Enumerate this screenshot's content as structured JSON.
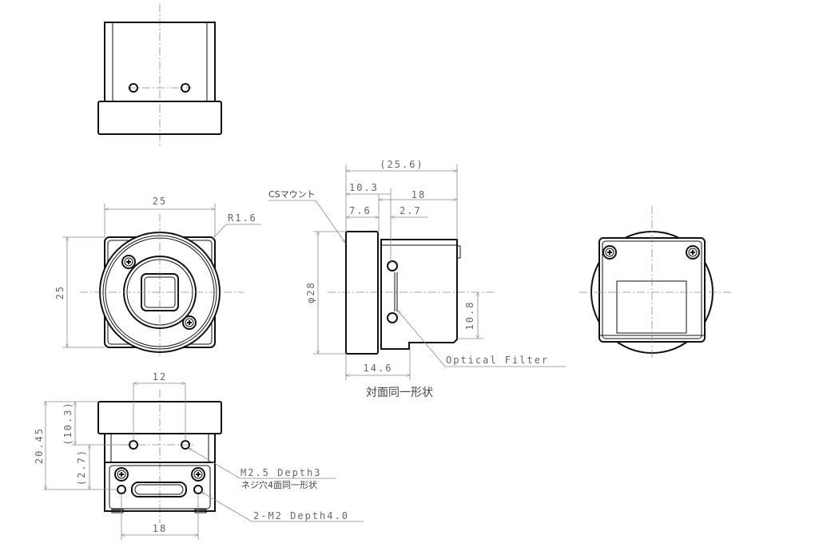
{
  "dimensions": {
    "front_width": "25",
    "front_height": "25",
    "corner_radius": "R1.6",
    "overall_length": "(25.6)",
    "mount_to_filter": "10.3",
    "body_length": "18",
    "flange_thickness": "7.6",
    "filter_offset": "2.7",
    "flange_diameter": "φ28",
    "filter_height": "10.8",
    "base_length": "14.6",
    "hole_spacing": "12",
    "bottom_height": "20.45",
    "bottom_hole_offset": "(10.3)",
    "bottom_hole_gap": "(2.7)",
    "bottom_hole_spacing": "18"
  },
  "labels": {
    "cs_mount": "CSマウント",
    "optical_filter": "Optical Filter",
    "opposite_same": "対面同一形状",
    "m25_holes": "M2.5 Depth3",
    "m25_note": "ネジ穴4面同一形状",
    "m2_holes": "2-M2 Depth4.0"
  }
}
